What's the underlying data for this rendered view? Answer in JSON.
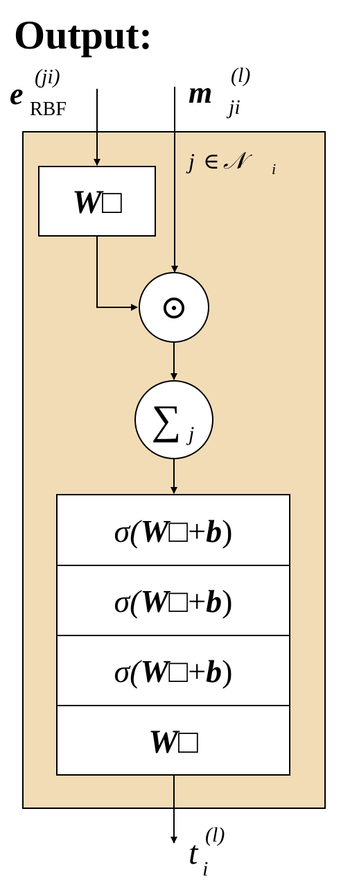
{
  "title": "Output:",
  "inputs": {
    "left": {
      "symbol": "e",
      "subscript": "RBF",
      "superscript": "(ji)"
    },
    "right": {
      "symbol": "m",
      "subscript": "ji",
      "superscript": "(l)"
    }
  },
  "scope": {
    "label_var": "j",
    "label_op": "∈",
    "label_set": "𝒩",
    "label_set_sub": "i",
    "fill_color": "#f2dcb6"
  },
  "top_block": {
    "weight": "W",
    "placeholder": "□"
  },
  "product_node": {
    "symbol": "⊙"
  },
  "sum_node": {
    "symbol": "∑",
    "subscript": "j"
  },
  "stack": [
    {
      "sigma": "σ(",
      "weight": "W",
      "placeholder": "□",
      "plus": "+",
      "bias": "b",
      "close": ")"
    },
    {
      "sigma": "σ(",
      "weight": "W",
      "placeholder": "□",
      "plus": "+",
      "bias": "b",
      "close": ")"
    },
    {
      "sigma": "σ(",
      "weight": "W",
      "placeholder": "□",
      "plus": "+",
      "bias": "b",
      "close": ")"
    },
    {
      "weight": "W",
      "placeholder": "□"
    }
  ],
  "output": {
    "symbol": "t",
    "subscript": "i",
    "superscript": "(l)"
  }
}
